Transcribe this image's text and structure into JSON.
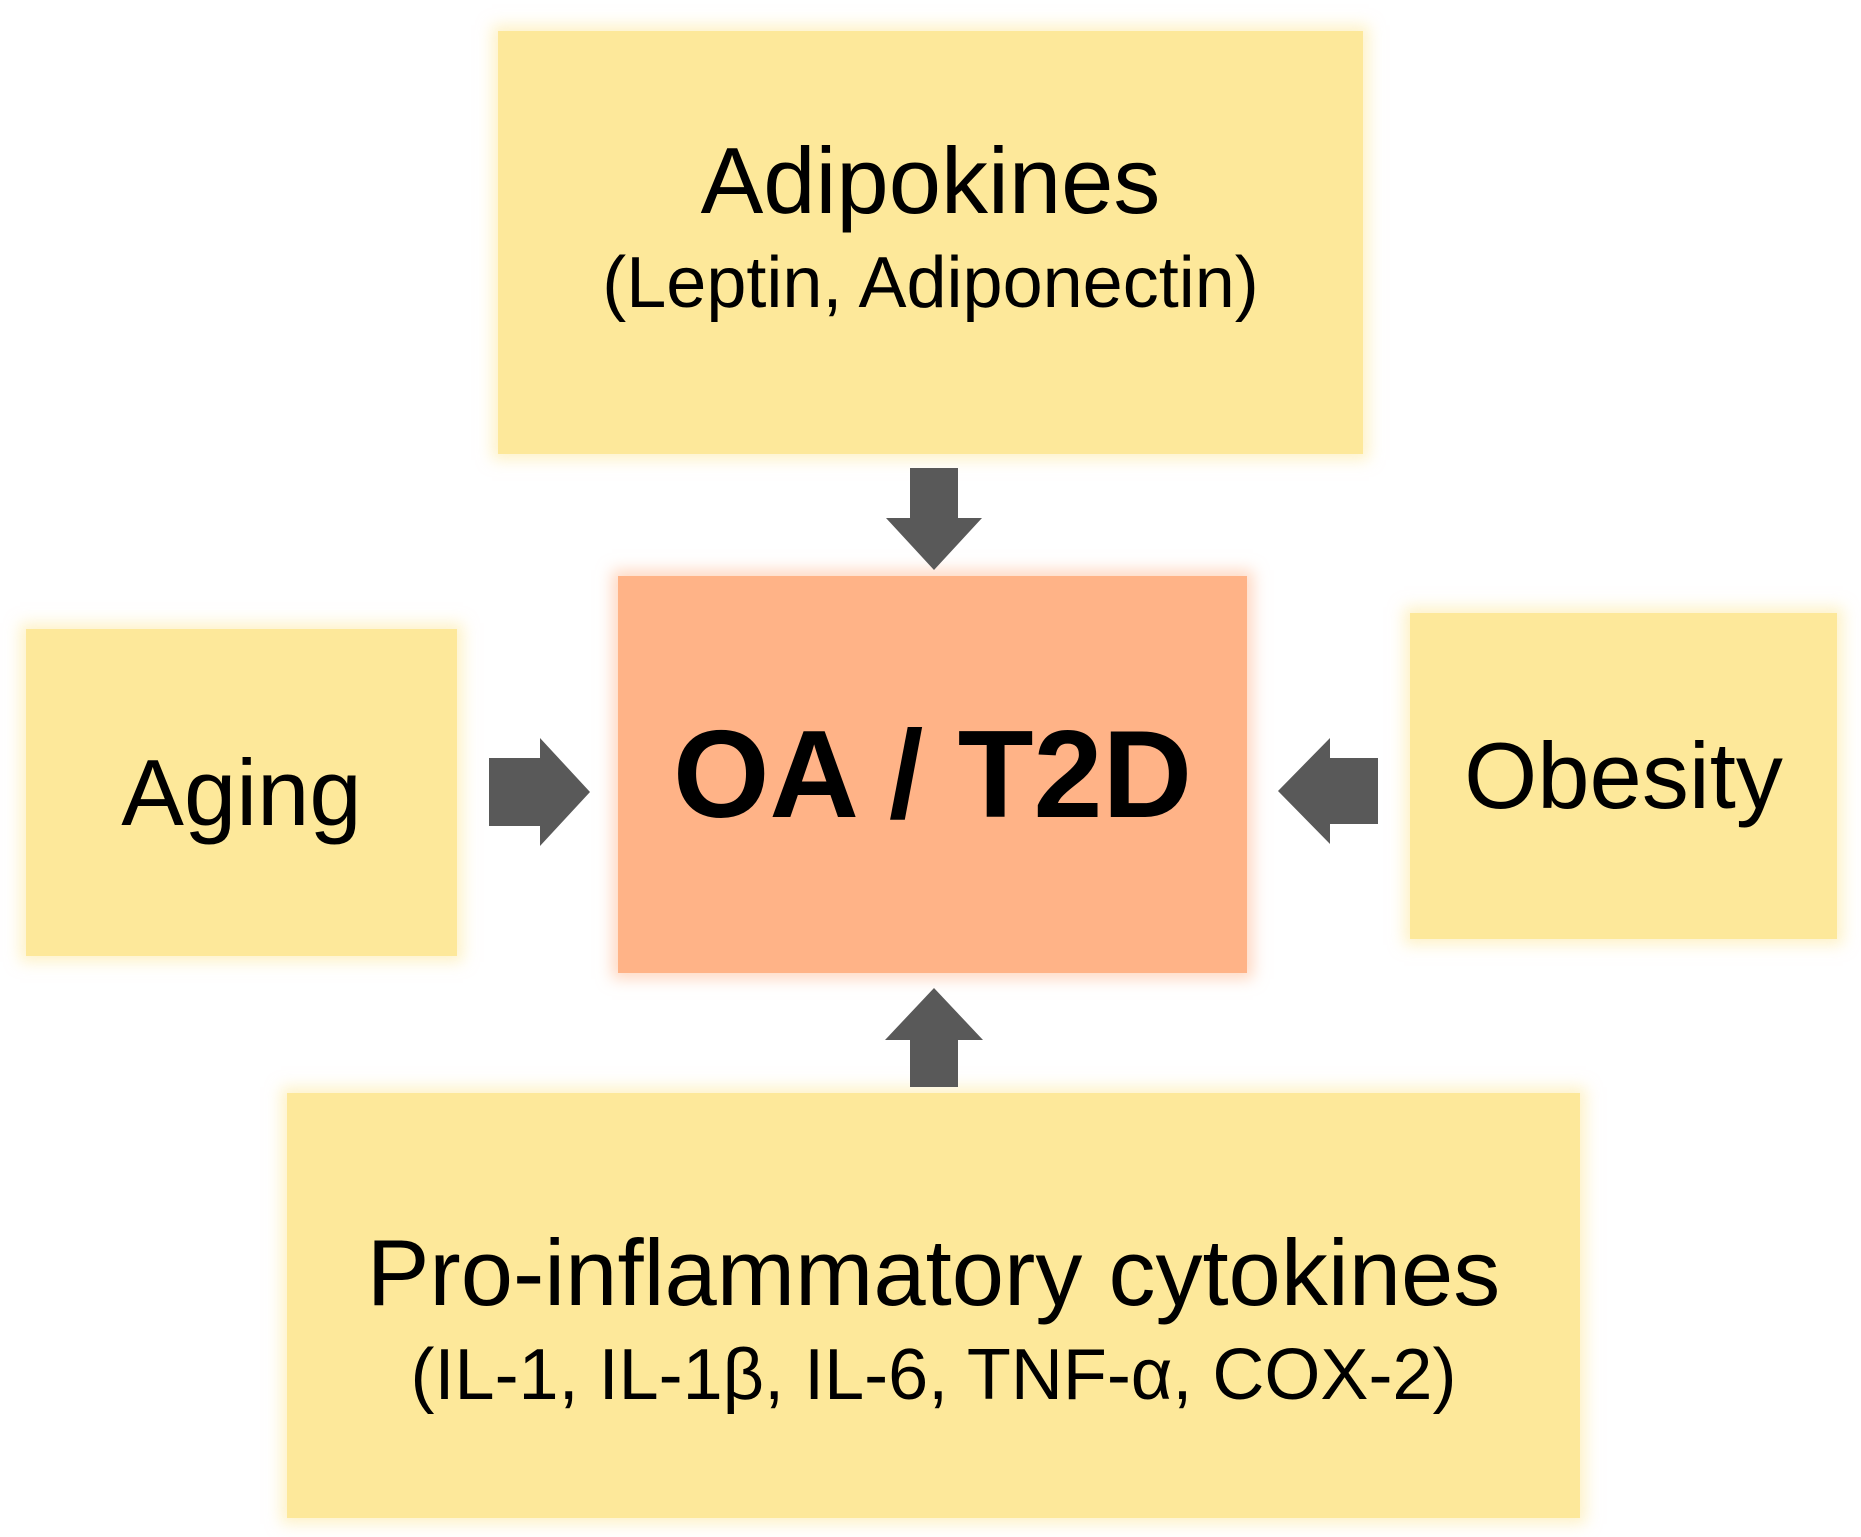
{
  "diagram": {
    "center": {
      "label": "OA / T2D",
      "color": "#ffb387"
    },
    "factor_color": "#fde89a",
    "arrow_color": "#595959",
    "factors": {
      "top": {
        "title": "Adipokines",
        "subtitle": "(Leptin, Adiponectin)"
      },
      "left": {
        "title": "Aging"
      },
      "right": {
        "title": "Obesity"
      },
      "bottom": {
        "title": "Pro-inflammatory cytokines",
        "subtitle": "(IL-1, IL-1β, IL-6, TNF-α, COX-2)"
      }
    }
  }
}
